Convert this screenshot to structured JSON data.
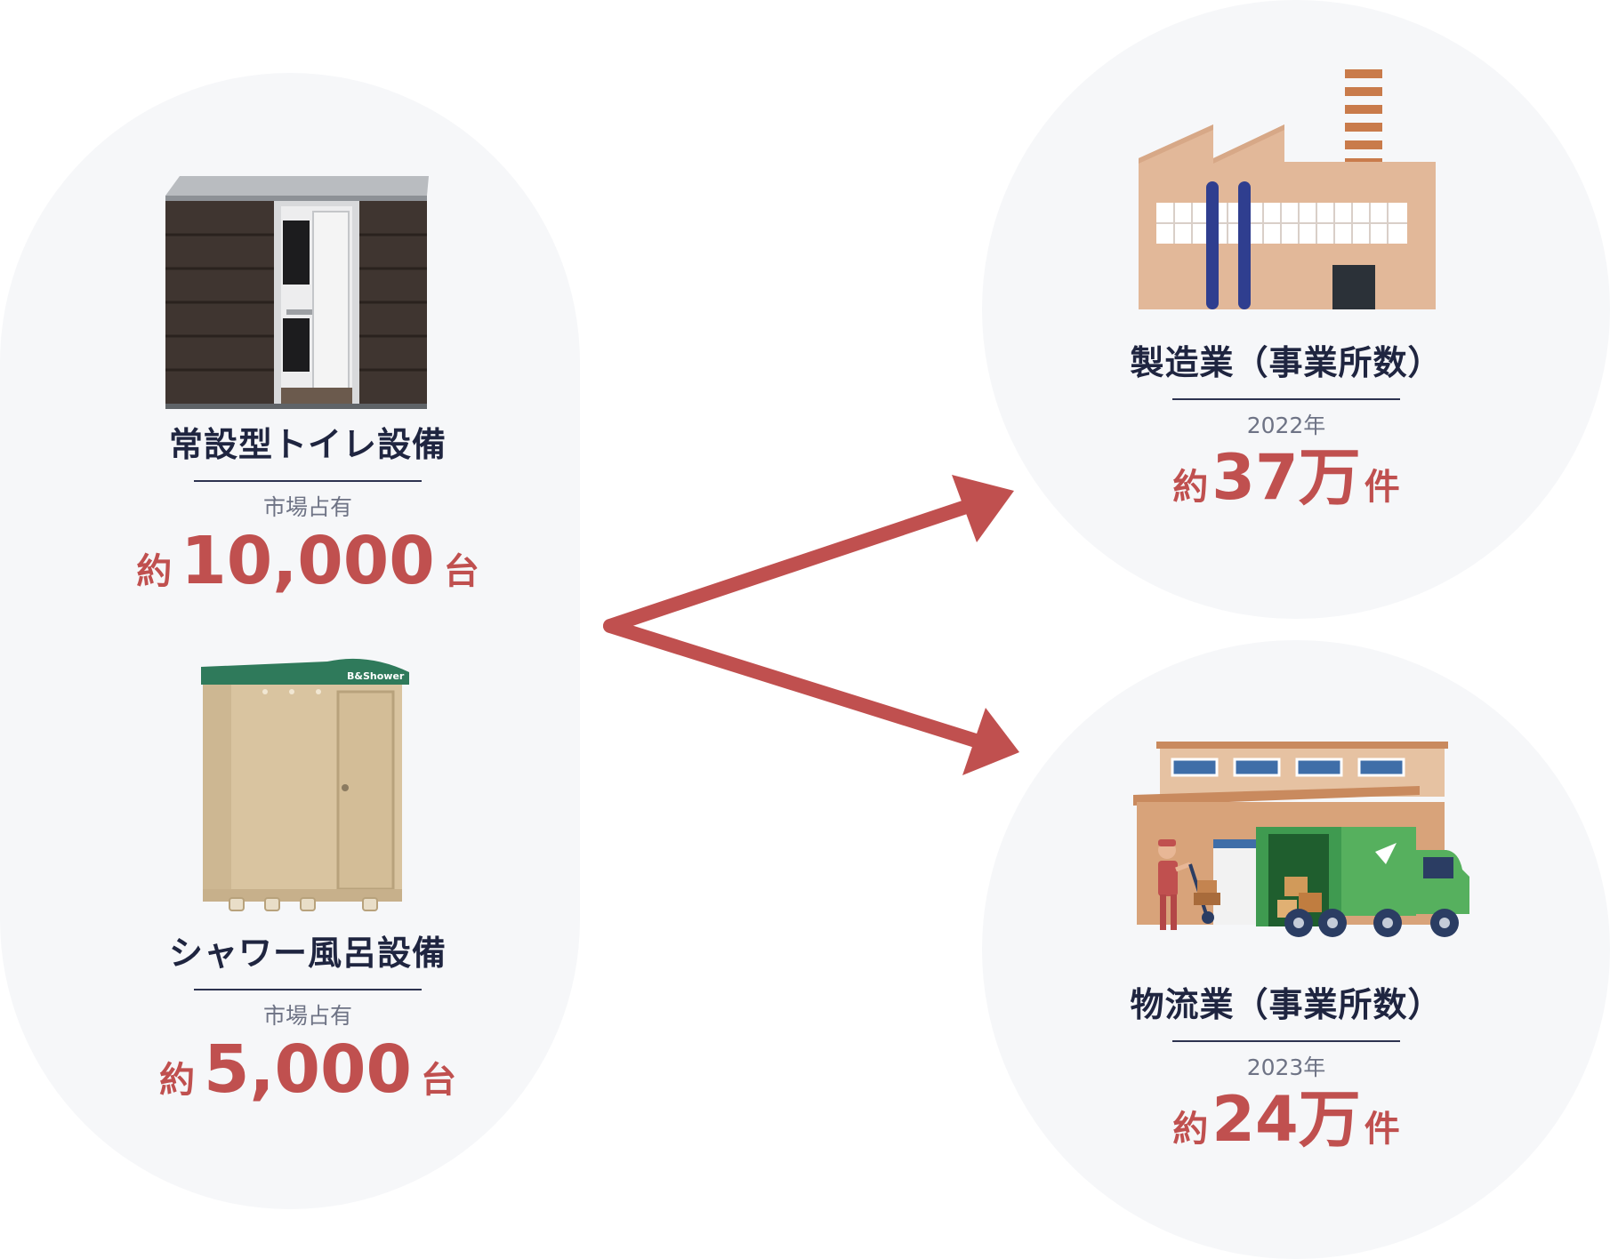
{
  "toilet": {
    "title": "常設型トイレ設備",
    "sub": "市場占有",
    "prefix": "約",
    "value": "10,000",
    "suffix": "台"
  },
  "shower": {
    "title": "シャワー風呂設備",
    "sub": "市場占有",
    "prefix": "約",
    "value": "5,000",
    "suffix": "台",
    "unit_label": "B&Shower"
  },
  "manufacturing": {
    "title": "製造業（事業所数）",
    "sub": "2022年",
    "prefix": "約",
    "value": "37万",
    "suffix": "件"
  },
  "logistics": {
    "title": "物流業（事業所数）",
    "sub": "2023年",
    "prefix": "約",
    "value": "24万",
    "suffix": "件"
  },
  "colors": {
    "accent": "#c0504f",
    "panel": "#f6f7f9",
    "text": "#1f2540"
  }
}
